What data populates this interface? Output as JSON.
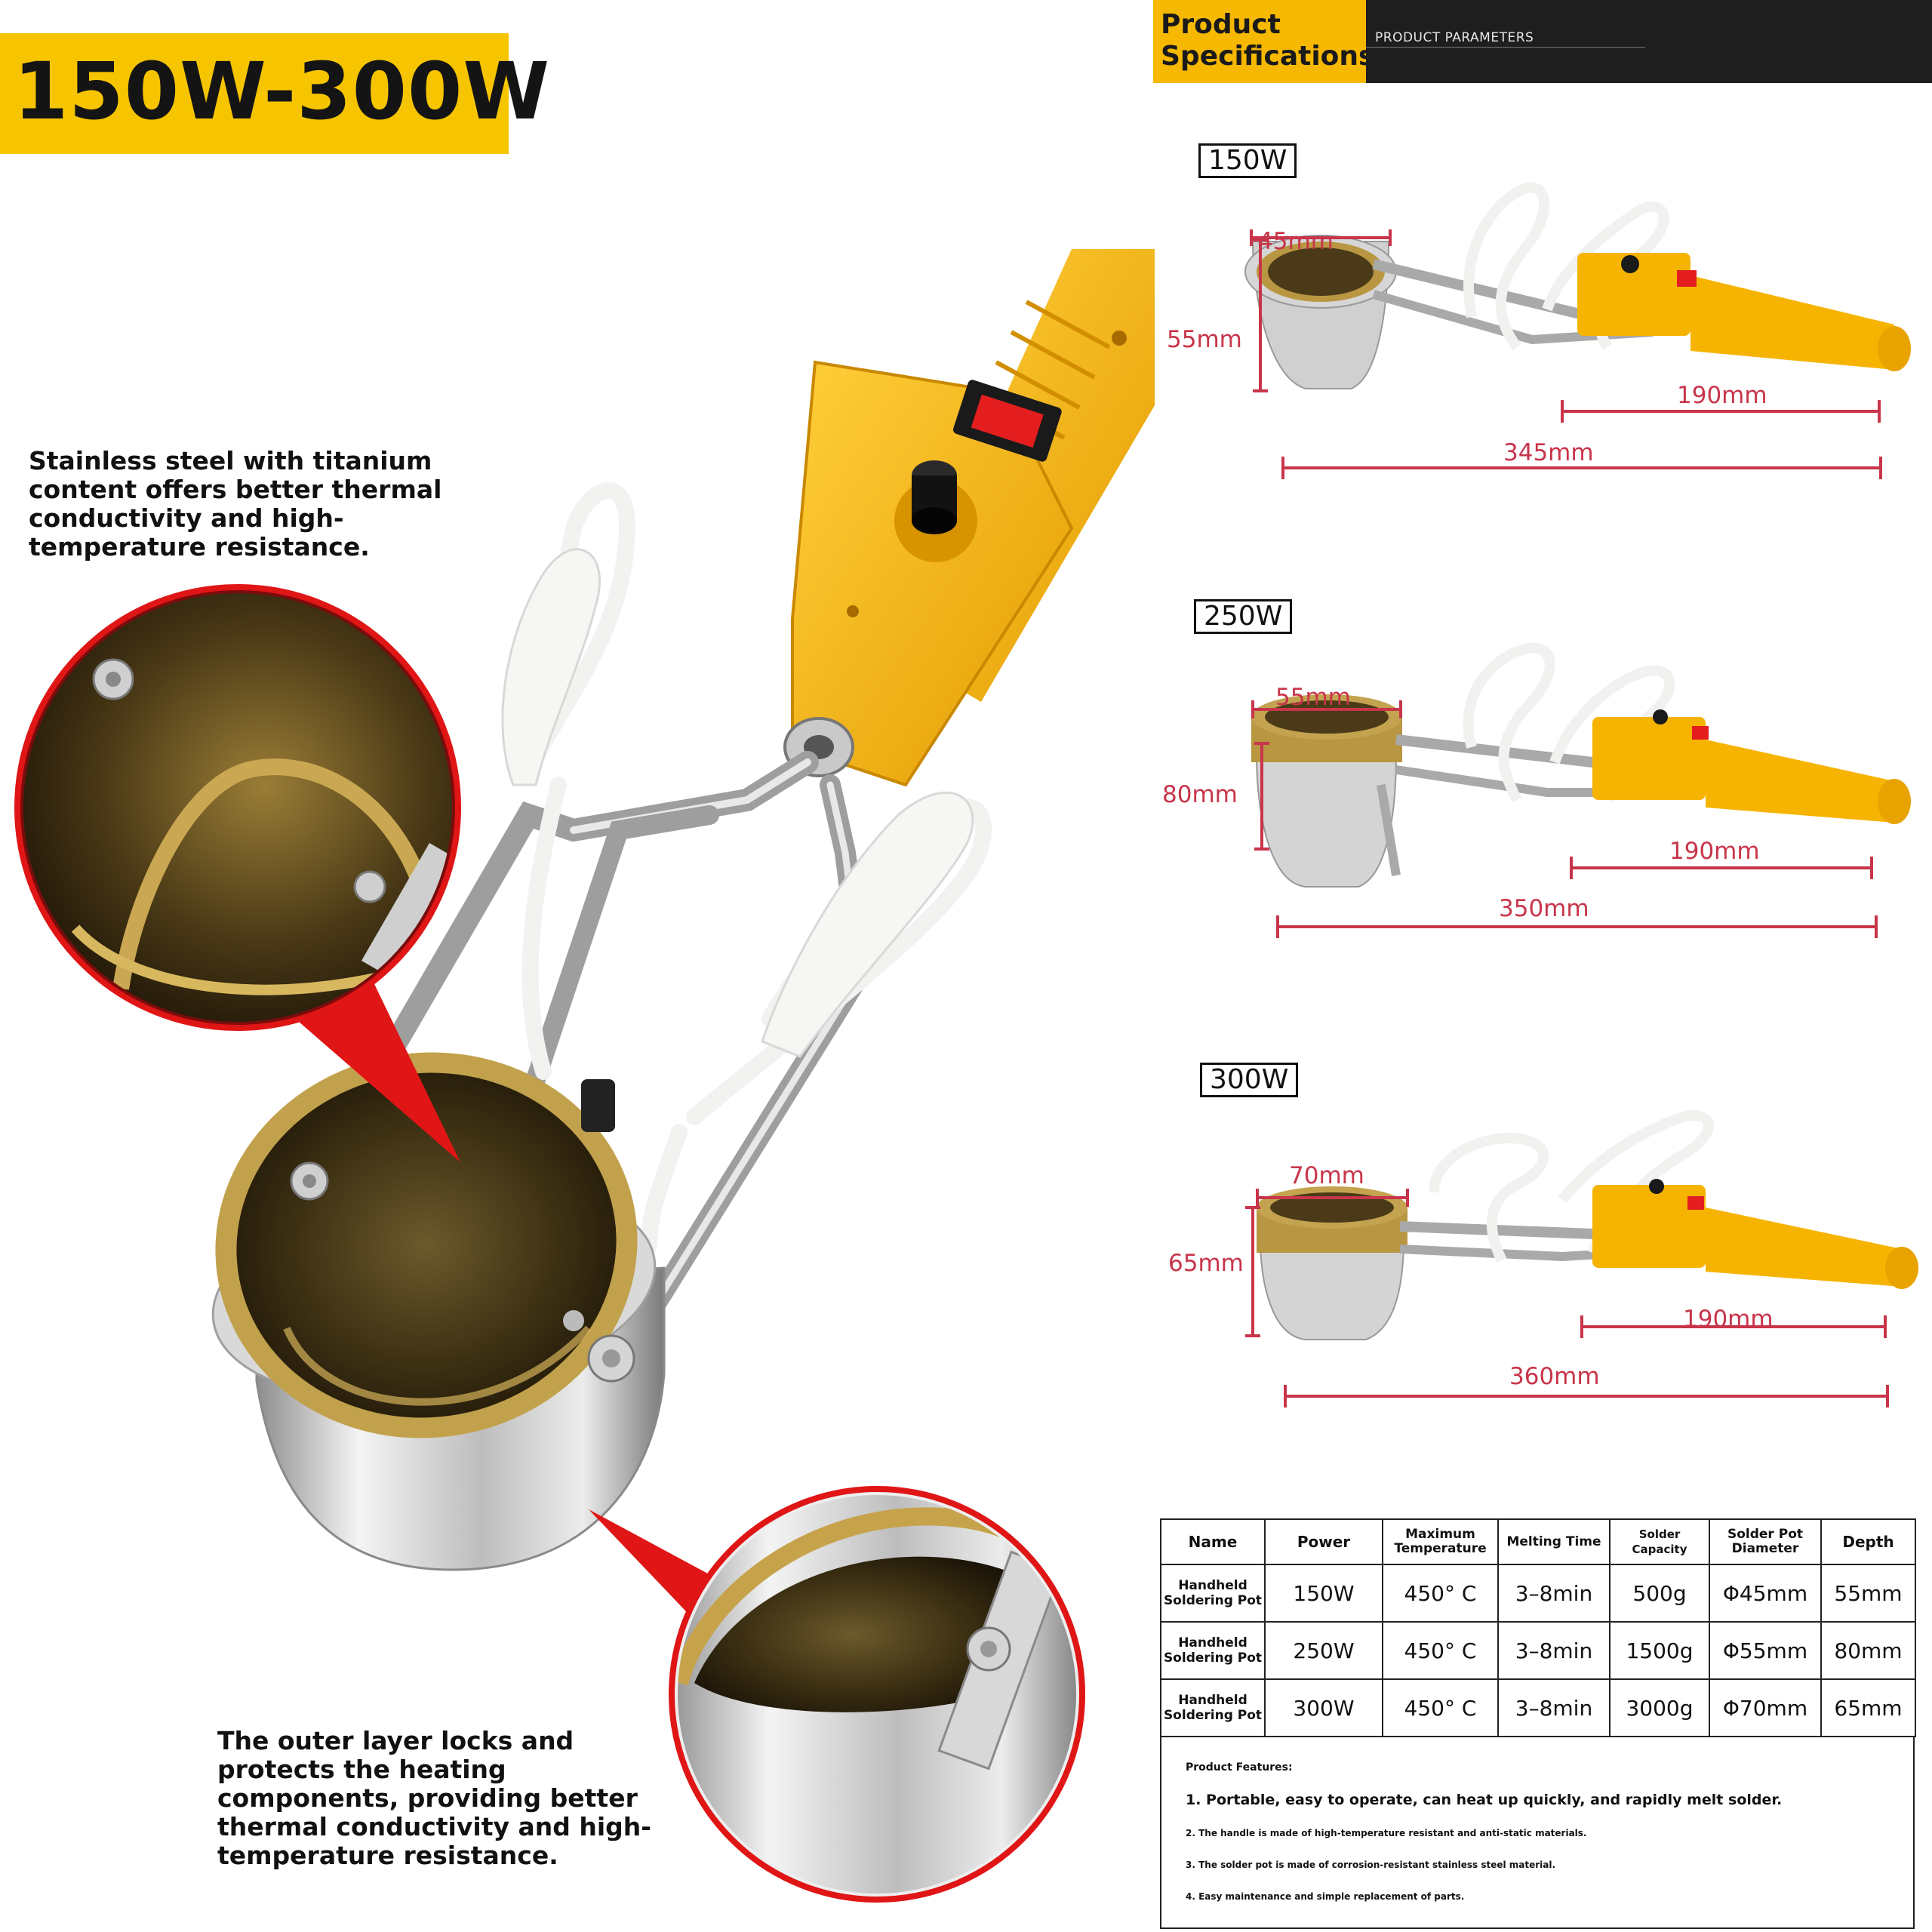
{
  "banner": {
    "text": "150W-300W"
  },
  "left_callouts": {
    "top": "Stainless steel with titanium content offers better thermal conductivity and high-temperature resistance.",
    "bottom": "The outer layer locks and protects the heating components, providing better thermal conductivity and high-temperature resistance."
  },
  "spec_header": {
    "title_line1": "Product",
    "title_line2": "Specifications",
    "subtitle": "PRODUCT PARAMETERS"
  },
  "products": [
    {
      "power": "150W",
      "diameter": "45mm",
      "depth": "55mm",
      "handle": "190mm",
      "total": "345mm"
    },
    {
      "power": "250W",
      "diameter": "55mm",
      "depth": "80mm",
      "handle": "190mm",
      "total": "350mm"
    },
    {
      "power": "300W",
      "diameter": "70mm",
      "depth": "65mm",
      "handle": "190mm",
      "total": "360mm"
    }
  ],
  "table": {
    "headers": [
      "Name",
      "Power",
      "Maximum Temperature",
      "Melting Time",
      "Solder Capacity",
      "Solder Pot Diameter",
      "Depth"
    ],
    "rows": [
      [
        "Handheld Soldering Pot",
        "150W",
        "450° C",
        "3–8min",
        "500g",
        "Φ45mm",
        "55mm"
      ],
      [
        "Handheld Soldering Pot",
        "250W",
        "450° C",
        "3–8min",
        "1500g",
        "Φ55mm",
        "80mm"
      ],
      [
        "Handheld Soldering Pot",
        "300W",
        "450° C",
        "3–8min",
        "3000g",
        "Φ70mm",
        "65mm"
      ]
    ]
  },
  "features": {
    "title": "Product Features:",
    "items": [
      "1. Portable, easy to operate, can heat up quickly, and rapidly melt solder.",
      "2. The handle is made of high-temperature resistant and anti-static materials.",
      "3. The solder pot is made of corrosion-resistant stainless steel material.",
      "4. Easy maintenance and simple replacement of parts."
    ]
  },
  "colors": {
    "yellow": "#f6c500",
    "dimension_red": "#c8354b",
    "dark_header": "#1e1e1e",
    "callout_red": "#e01515",
    "brass": "#b99642"
  }
}
